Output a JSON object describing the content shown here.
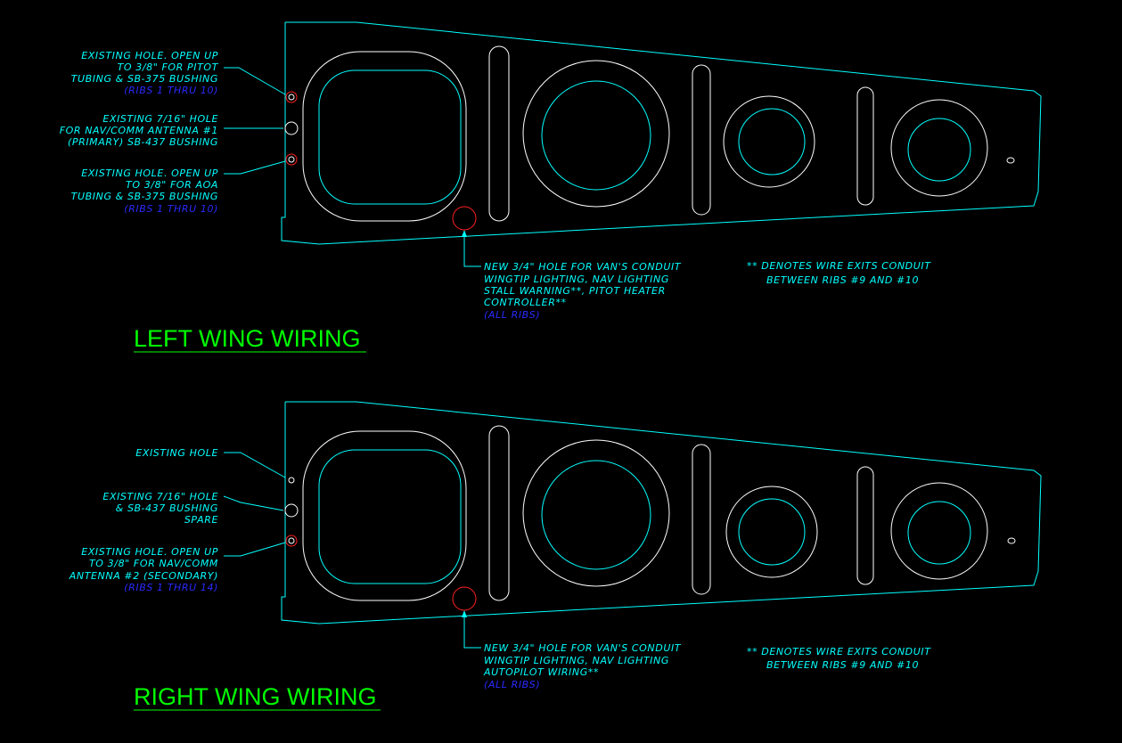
{
  "colors": {
    "background": "#000000",
    "outline": "#00ffff",
    "rib_flange": "#ffffff",
    "hole_red": "#ff2020",
    "note_text": "#00ffff",
    "rib_range_text": "#2a2aff",
    "title": "#00ff00"
  },
  "left_wing": {
    "title": "LEFT WING WIRING",
    "callouts": {
      "pitot_hole": [
        "EXISTING HOLE. OPEN UP",
        "TO 3/8\" FOR PITOT",
        "TUBING & SB-375 BUSHING"
      ],
      "pitot_ribs": "(RIBS 1 THRU 10)",
      "nav_comm_hole": [
        "EXISTING 7/16\" HOLE",
        "FOR NAV/COMM ANTENNA #1",
        "(PRIMARY) SB-437 BUSHING"
      ],
      "aoa_hole": [
        "EXISTING HOLE. OPEN UP",
        "TO 3/8\" FOR AOA",
        "TUBING & SB-375 BUSHING"
      ],
      "aoa_ribs": "(RIBS 1 THRU 10)",
      "conduit_hole": [
        "NEW 3/4\" HOLE FOR VAN'S CONDUIT",
        "WINGTIP LIGHTING, NAV LIGHTING",
        "STALL WARNING**, PITOT HEATER",
        "CONTROLLER**"
      ],
      "conduit_ribs": "(ALL RIBS)",
      "footnote": [
        "** DENOTES WIRE EXITS CONDUIT",
        "BETWEEN RIBS #9 AND #10"
      ]
    }
  },
  "right_wing": {
    "title": "RIGHT WING WIRING",
    "callouts": {
      "existing_hole": [
        "EXISTING HOLE"
      ],
      "spare_hole": [
        "EXISTING 7/16\" HOLE",
        "& SB-437 BUSHING",
        "SPARE"
      ],
      "nav_comm_hole": [
        "EXISTING HOLE. OPEN UP",
        "TO 3/8\" FOR NAV/COMM",
        "ANTENNA #2 (SECONDARY)"
      ],
      "nav_comm_ribs": "(RIBS 1 THRU 14)",
      "conduit_hole": [
        "NEW 3/4\" HOLE FOR VAN'S CONDUIT",
        "WINGTIP LIGHTING, NAV LIGHTING",
        "AUTOPILOT WIRING**"
      ],
      "conduit_ribs": "(ALL RIBS)",
      "footnote": [
        "** DENOTES WIRE EXITS CONDUIT",
        "BETWEEN RIBS #9 AND #10"
      ]
    }
  }
}
